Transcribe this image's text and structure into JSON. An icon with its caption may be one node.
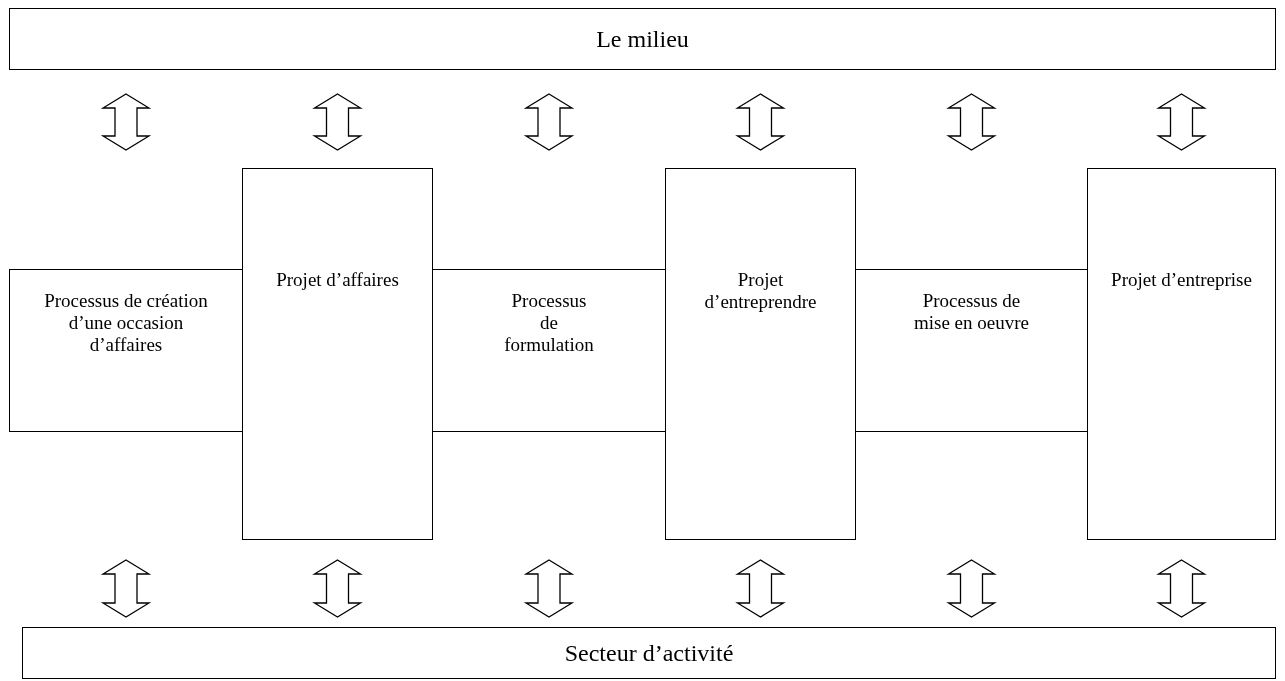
{
  "diagram": {
    "nodes": [
      {
        "text": [
          "Le milieu"
        ]
      },
      {
        "text": [
          "Processus de création d’une occasion d’affaires"
        ]
      },
      {
        "text": [
          "Projet d’affaires"
        ]
      },
      {
        "text": [
          "Processus de formulation"
        ]
      },
      {
        "text": [
          "Projet d’entreprendre"
        ]
      },
      {
        "text": [
          "Processus de mise en oeuvre"
        ]
      },
      {
        "text": [
          "Projet d’entreprise"
        ]
      },
      {
        "text": [
          "Secteur d’activité"
        ]
      }
    ],
    "edges": [
      {
        "from": 0,
        "to": null,
        "arrow": "both"
      },
      {
        "from": 0,
        "to": 2,
        "arrow": "both"
      },
      {
        "from": 0,
        "to": null,
        "arrow": "both"
      },
      {
        "from": 0,
        "to": 4,
        "arrow": "both"
      },
      {
        "from": 0,
        "to": null,
        "arrow": "both"
      },
      {
        "from": 0,
        "to": 6,
        "arrow": "both"
      },
      {
        "from": null,
        "to": 7,
        "arrow": "both"
      },
      {
        "from": 2,
        "to": 7,
        "arrow": "both"
      },
      {
        "from": null,
        "to": 7,
        "arrow": "both"
      },
      {
        "from": 4,
        "to": 7,
        "arrow": "both"
      },
      {
        "from": null,
        "to": 7,
        "arrow": "both"
      },
      {
        "from": 6,
        "to": 7,
        "arrow": "both"
      }
    ]
  }
}
